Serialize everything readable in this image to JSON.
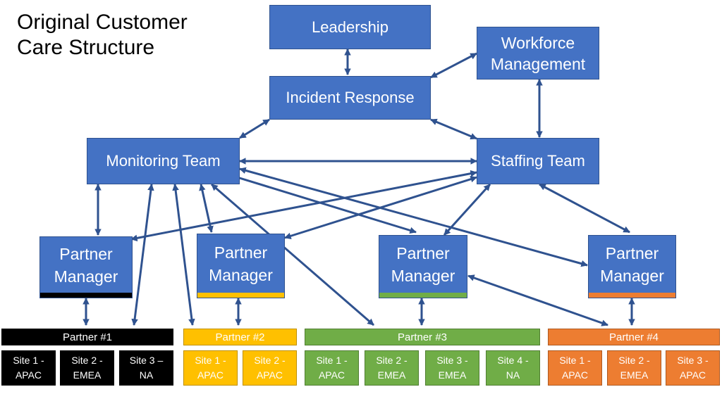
{
  "title": {
    "line1": "Original Customer",
    "line2": "Care Structure"
  },
  "boxes": {
    "leadership": "Leadership",
    "workforce": {
      "line1": "Workforce",
      "line2": "Management"
    },
    "incident": "Incident Response",
    "monitoring": "Monitoring Team",
    "staffing": "Staffing Team"
  },
  "partner_managers": [
    {
      "line1": "Partner",
      "line2": "Manager",
      "stripe_color": "#000000"
    },
    {
      "line1": "Partner",
      "line2": "Manager",
      "stripe_color": "#ffc000"
    },
    {
      "line1": "Partner",
      "line2": "Manager",
      "stripe_color": "#70ad47"
    },
    {
      "line1": "Partner",
      "line2": "Manager",
      "stripe_color": "#ed7d31"
    }
  ],
  "partners": [
    {
      "label": "Partner #1",
      "color": "#000000",
      "text_color": "#ffffff",
      "sites": [
        {
          "line1": "Site 1 -",
          "line2": "APAC"
        },
        {
          "line1": "Site 2 -",
          "line2": "EMEA"
        },
        {
          "line1": "Site 3 –",
          "line2": "NA"
        }
      ]
    },
    {
      "label": "Partner #2",
      "color": "#ffc000",
      "text_color": "#ffffff",
      "sites": [
        {
          "line1": "Site 1 -",
          "line2": "APAC"
        },
        {
          "line1": "Site 2 -",
          "line2": "APAC"
        }
      ]
    },
    {
      "label": "Partner #3",
      "color": "#70ad47",
      "text_color": "#ffffff",
      "sites": [
        {
          "line1": "Site 1 -",
          "line2": "APAC"
        },
        {
          "line1": "Site 2 -",
          "line2": "EMEA"
        },
        {
          "line1": "Site 3 -",
          "line2": "EMEA"
        },
        {
          "line1": "Site 4 -",
          "line2": "NA"
        }
      ]
    },
    {
      "label": "Partner #4",
      "color": "#ed7d31",
      "text_color": "#ffffff",
      "sites": [
        {
          "line1": "Site 1 -",
          "line2": "APAC"
        },
        {
          "line1": "Site 2 -",
          "line2": "EMEA"
        },
        {
          "line1": "Site 3 -",
          "line2": "APAC"
        }
      ]
    }
  ],
  "colors": {
    "box_fill": "#4472c4",
    "box_border": "#2f528f",
    "arrow": "#2f528f"
  }
}
